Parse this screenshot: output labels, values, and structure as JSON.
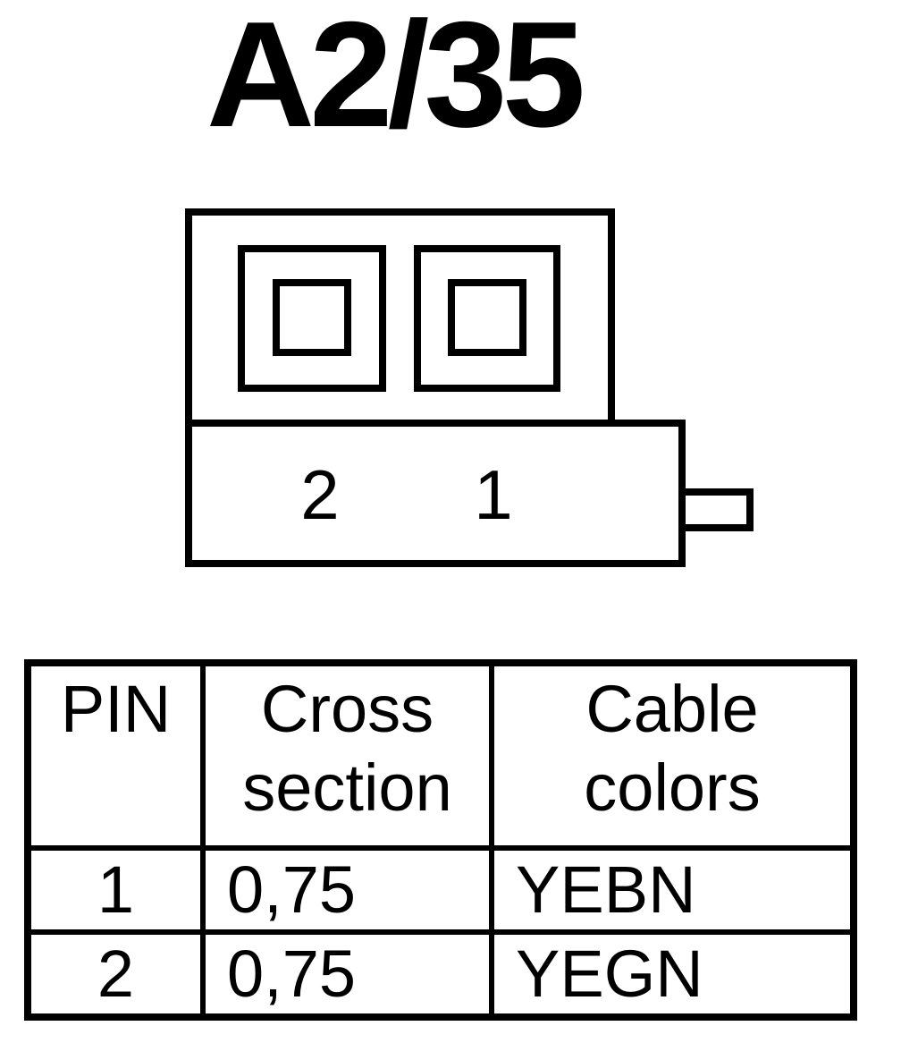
{
  "title": "A2/35",
  "connector": {
    "pin_labels": [
      "2",
      "1"
    ]
  },
  "table": {
    "headers": {
      "pin": "PIN",
      "cross_section": [
        "Cross",
        "section"
      ],
      "cable_colors": [
        "Cable",
        "colors"
      ]
    },
    "rows": [
      {
        "pin": "1",
        "cross_section": "0,75",
        "cable_color": "YEBN"
      },
      {
        "pin": "2",
        "cross_section": "0,75",
        "cable_color": "YEGN"
      }
    ]
  }
}
